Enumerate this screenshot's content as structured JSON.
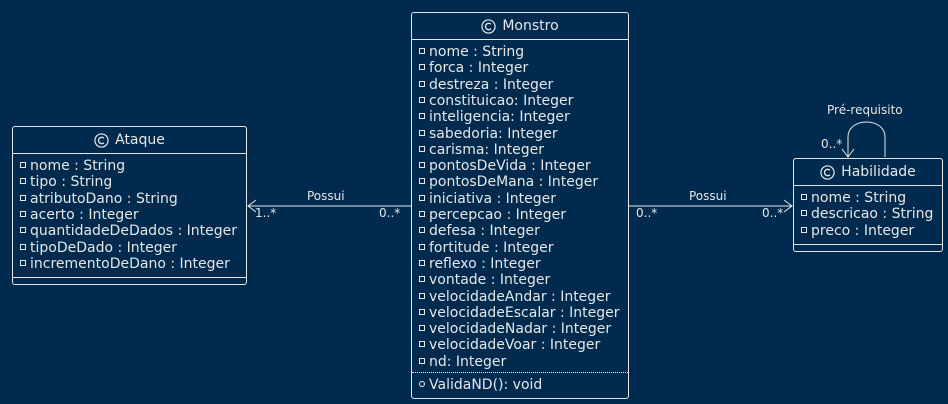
{
  "classes": {
    "monstro": {
      "name": "Monstro",
      "attributes": [
        "nome : String",
        "forca : Integer",
        "destreza : Integer",
        "constituicao: Integer",
        "inteligencia: Integer",
        "sabedoria: Integer",
        "carisma: Integer",
        "pontosDeVida : Integer",
        "pontosDeMana : Integer",
        "iniciativa : Integer",
        "percepcao : Integer",
        "defesa : Integer",
        "fortitude : Integer",
        "reflexo : Integer",
        "vontade : Integer",
        "velocidadeAndar : Integer",
        "velocidadeEscalar : Integer",
        "velocidadeNadar : Integer",
        "velocidadeVoar : Integer",
        "nd: Integer"
      ],
      "methods": [
        "ValidaND(): void"
      ]
    },
    "ataque": {
      "name": "Ataque",
      "attributes": [
        "nome : String",
        "tipo : String",
        "atributoDano : String",
        "acerto : Integer",
        "quantidadeDeDados : Integer",
        "tipoDeDado : Integer",
        "incrementoDeDano : Integer"
      ],
      "methods": []
    },
    "habilidade": {
      "name": "Habilidade",
      "attributes": [
        "nome : String",
        "descricao : String",
        "preco : Integer"
      ],
      "methods": []
    }
  },
  "relations": {
    "monstro_ataque": {
      "label": "Possui",
      "source_mult": "0..*",
      "target_mult": "1..*"
    },
    "monstro_habilidade": {
      "label": "Possui",
      "source_mult": "0..*",
      "target_mult": "0..*"
    },
    "habilidade_self": {
      "label": "Pré-requisito",
      "mult": "0..*"
    }
  },
  "colors": {
    "background": "#002b4f",
    "foreground": "#e6e6e6"
  }
}
